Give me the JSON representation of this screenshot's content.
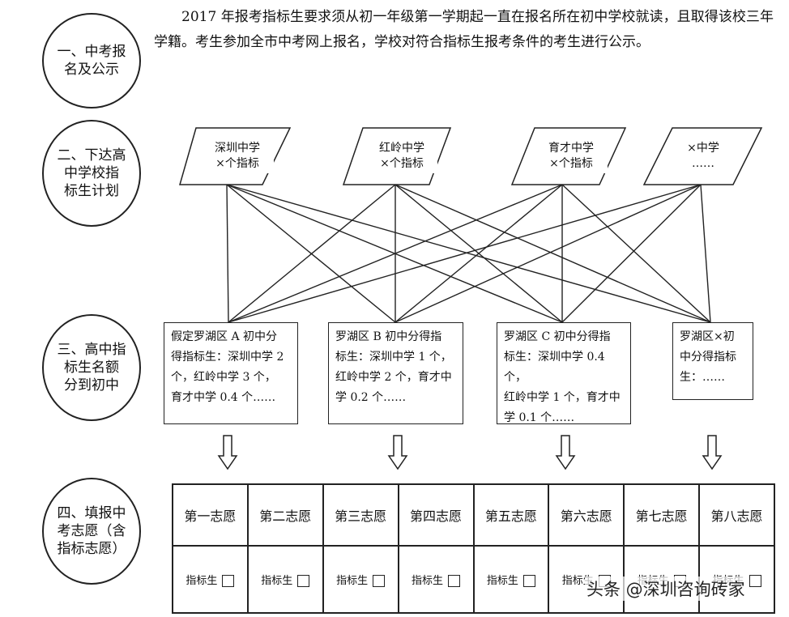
{
  "steps": [
    "一、中考报\n名及公示",
    "二、下达高\n中学校指\n标生计划",
    "三、高中指\n标生名额\n分到初中",
    "四、填报中\n考志愿（含\n指标志愿）"
  ],
  "intro_text": "2017 年报考指标生要求须从初一年级第一学期起一直在报名所在初中学校就读，且取得该校三年学籍。考生参加全市中考网上报名，学校对符合指标生报考条件的考生进行公示。",
  "high_schools": [
    "深圳中学\n×个指标",
    "红岭中学\n×个指标",
    "育才中学\n×个指标",
    "×中学\n……"
  ],
  "junior_schools": [
    "假定罗湖区 A 初中分\n得指标生：深圳中学 2\n个，红岭中学 3 个，\n育才中学 0.4 个……",
    "罗湖区 B 初中分得指\n标生：深圳中学 1 个，\n红岭中学 2 个，育才中\n学 0.2 个……",
    "罗湖区 C 初中分得指\n标生：深圳中学 0.4 个，\n红岭中学 1 个，育才中\n学 0.1 个……",
    "罗湖区×初\n中分得指标\n生：……"
  ],
  "volunteers": [
    "第一志愿",
    "第二志愿",
    "第三志愿",
    "第四志愿",
    "第五志愿",
    "第六志愿",
    "第七志愿",
    "第八志愿"
  ],
  "indicator_label": "指标生",
  "watermark": "头条 @深圳咨询砖家"
}
